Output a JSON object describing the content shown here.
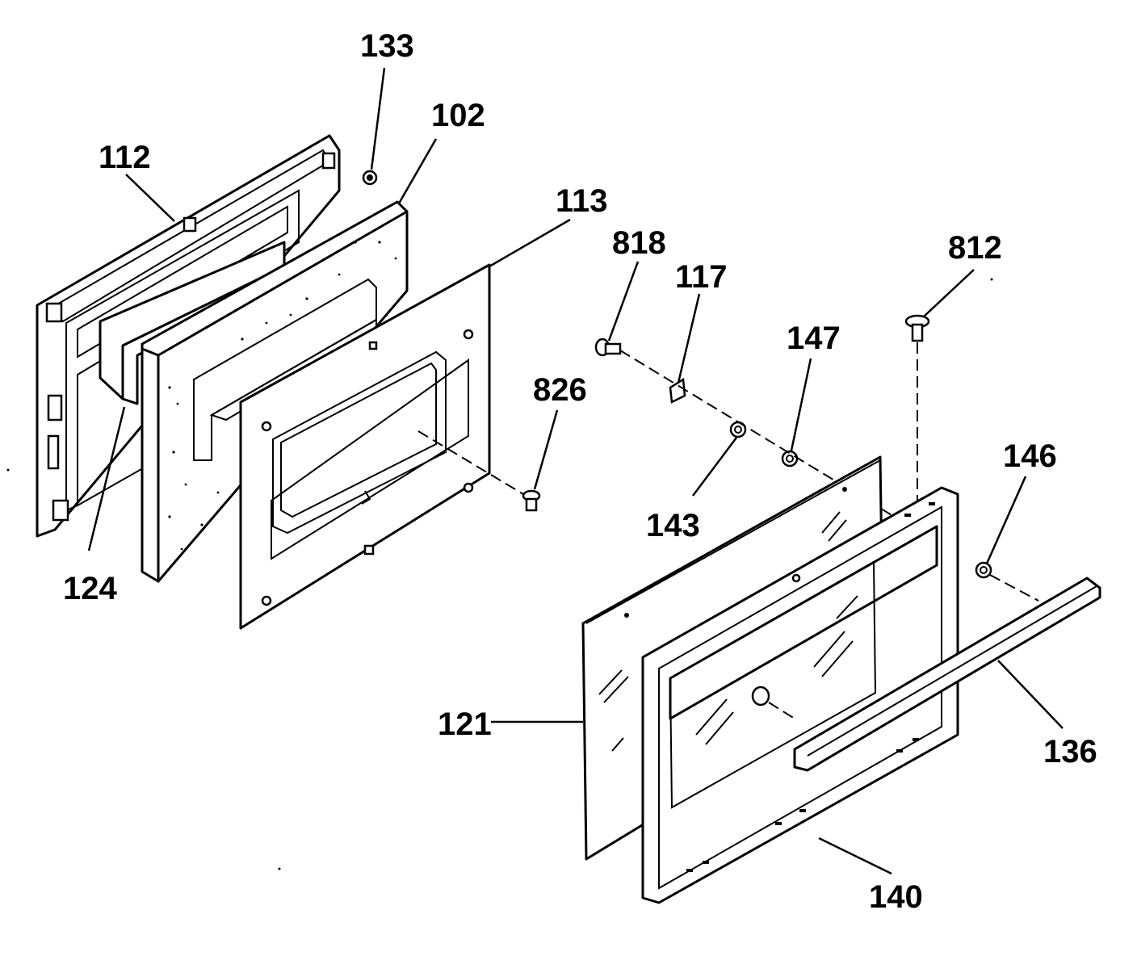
{
  "labels": {
    "p133": "133",
    "p102": "102",
    "p112": "112",
    "p113": "113",
    "p818": "818",
    "p117": "117",
    "p812": "812",
    "p147": "147",
    "p826": "826",
    "p146": "146",
    "p143": "143",
    "p124": "124",
    "p121": "121",
    "p136": "136",
    "p140": "140"
  }
}
